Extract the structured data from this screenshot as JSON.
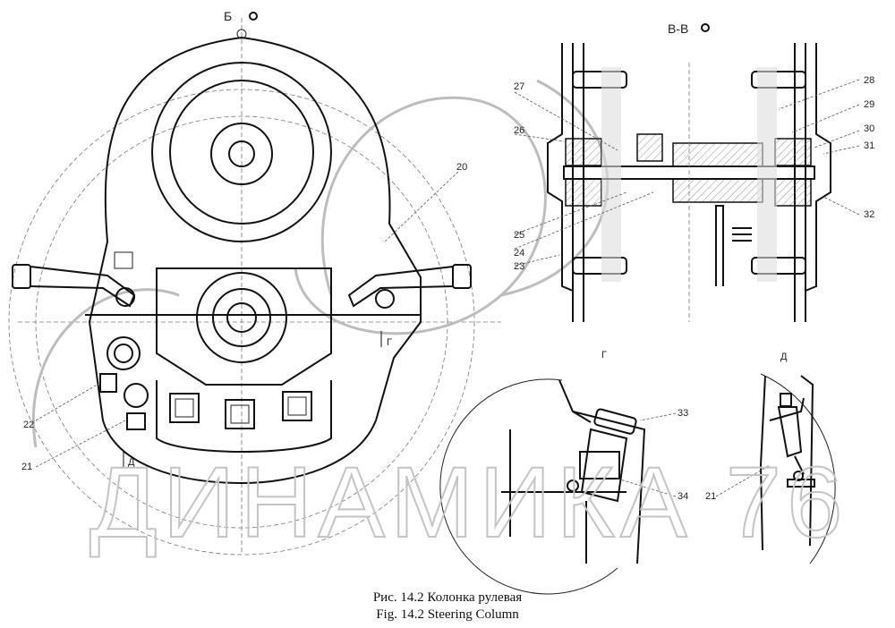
{
  "views": {
    "view_b": "Б",
    "view_vv": "В-В",
    "view_g": "Г",
    "view_d": "Д",
    "arrow_g": "Г",
    "arrow_d": "Д"
  },
  "part_labels": {
    "p20": "20",
    "p21_left": "21",
    "p22": "22",
    "p23": "23",
    "p24": "24",
    "p25": "25",
    "p26": "26",
    "p27": "27",
    "p28": "28",
    "p29": "29",
    "p30": "30",
    "p31": "31",
    "p32": "32",
    "p33": "33",
    "p34": "34",
    "p21_right": "21"
  },
  "watermark": "ДИНАМИКА 76",
  "caption": {
    "ru": "Рис. 14.2 Колонка рулевая",
    "en": "Fig. 14.2 Steering Column"
  }
}
